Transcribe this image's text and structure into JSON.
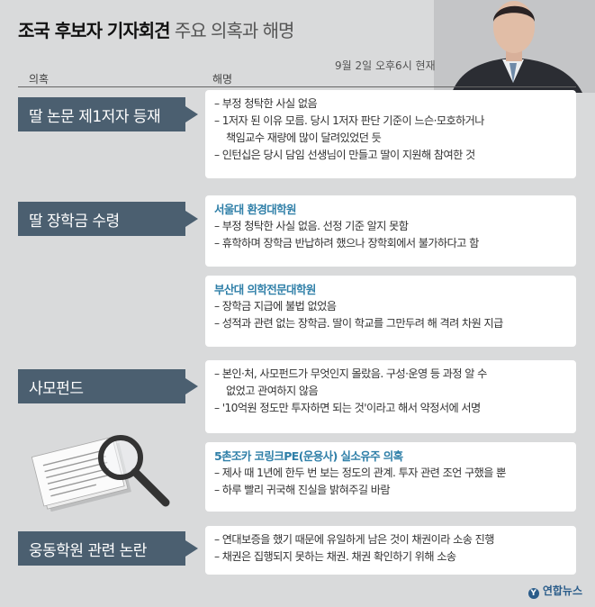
{
  "header": {
    "title_bold": "조국 후보자 기자회견",
    "title_normal": " 주요 의혹과 해명",
    "as_of": "9월 2일 오후6시 현재",
    "col_allegation": "의혹",
    "col_explanation": "해명"
  },
  "items": [
    {
      "label": "딸 논문 제1저자 등재",
      "lines": [
        "– 부정 청탁한 사실 없음",
        "– 1저자 된 이유 모름. 당시 1저자 판단 기준이 느슨·모호하거나",
        "책임교수 재량에 많이 달려있었던 듯",
        "– 인턴십은 당시 담임 선생님이 만들고 딸이 지원해 참여한 것"
      ]
    },
    {
      "label": "딸 장학금 수령",
      "sub1": "서울대 환경대학원",
      "lines1": [
        "– 부정 청탁한 사실 없음. 선정 기준 알지 못함",
        "– 휴학하며 장학금 반납하려 했으나 장학회에서 불가하다고 함"
      ],
      "sub2": "부산대 의학전문대학원",
      "lines2": [
        "– 장학금 지급에 불법 없었음",
        "– 성적과 관련 없는 장학금. 딸이 학교를 그만두려 해 격려 차원 지급"
      ]
    },
    {
      "label": "사모펀드",
      "lines": [
        "– 본인·처, 사모펀드가 무엇인지 몰랐음. 구성·운영 등 과정 알 수",
        "없었고 관여하지 않음",
        "– '10억원 정도만 투자하면 되는 것'이라고 해서 약정서에 서명"
      ],
      "sub": "5촌조카 코링크PE(운용사) 실소유주 의혹",
      "lines2": [
        "– 제사 때 1년에 한두 번 보는 정도의 관계. 투자 관련 조언 구했을 뿐",
        "– 하루 빨리 귀국해 진실을 밝혀주길 바람"
      ]
    },
    {
      "label": "웅동학원 관련 논란",
      "lines": [
        "– 연대보증을 했기 때문에 유일하게 남은 것이 채권이라 소송 진행",
        "– 채권은 집행되지 못하는 채권. 채권 확인하기 위해 소송"
      ]
    }
  ],
  "logo": "연합뉴스",
  "colors": {
    "label_bg": "#4b5f70",
    "sub_text": "#2f7fa8",
    "page_bg": "#d9dadb"
  }
}
